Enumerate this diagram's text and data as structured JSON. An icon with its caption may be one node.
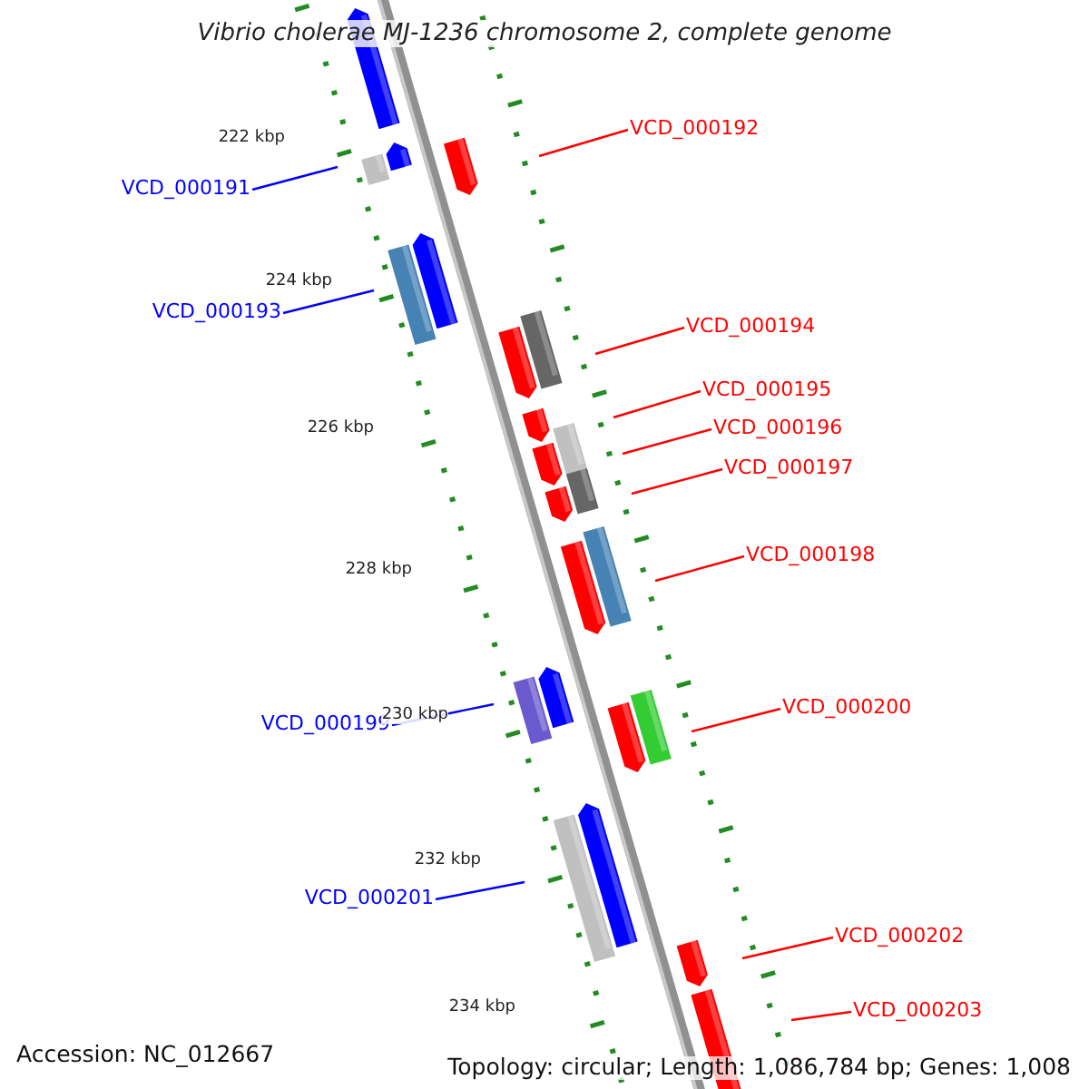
{
  "diagram": {
    "title": "Vibrio cholerae MJ-1236 chromosome 2, complete genome",
    "nodes": [
      {
        "text": [
          "VCD_000192"
        ]
      },
      {
        "text": [
          "VCD_000191"
        ]
      },
      {
        "text": [
          "VCD_000193"
        ]
      },
      {
        "text": [
          "VCD_000194"
        ]
      },
      {
        "text": [
          "VCD_000195"
        ]
      },
      {
        "text": [
          "VCD_000196"
        ]
      },
      {
        "text": [
          "VCD_000197"
        ]
      },
      {
        "text": [
          "VCD_000198"
        ]
      },
      {
        "text": [
          "VCD_000199"
        ]
      },
      {
        "text": [
          "VCD_000200"
        ]
      },
      {
        "text": [
          "VCD_000201"
        ]
      },
      {
        "text": [
          "VCD_000202"
        ]
      },
      {
        "text": [
          "VCD_000203"
        ]
      }
    ],
    "edges": [
      {
        "from": 0,
        "to": null,
        "arrow": "none"
      },
      {
        "from": 1,
        "to": null,
        "arrow": "none",
        "color": "#0000ff"
      },
      {
        "from": 2,
        "to": null,
        "arrow": "none",
        "color": "#0000ff"
      },
      {
        "from": 3,
        "to": null,
        "arrow": "none"
      },
      {
        "from": 4,
        "to": null,
        "arrow": "none"
      },
      {
        "from": 5,
        "to": null,
        "arrow": "none"
      },
      {
        "from": 6,
        "to": null,
        "arrow": "none"
      },
      {
        "from": 7,
        "to": null,
        "arrow": "none"
      },
      {
        "from": 8,
        "to": null,
        "arrow": "none",
        "color": "#0000ff"
      },
      {
        "from": 9,
        "to": null,
        "arrow": "none"
      },
      {
        "from": 10,
        "to": null,
        "arrow": "none",
        "color": "#0000ff"
      },
      {
        "from": 11,
        "to": null,
        "arrow": "none"
      },
      {
        "from": 12,
        "to": null,
        "arrow": "none"
      }
    ],
    "labels": [
      "222 kbp",
      "224 kbp",
      "226 kbp",
      "228 kbp",
      "230 kbp",
      "232 kbp",
      "234 kbp",
      "Accession: NC_012667",
      "Topology: circular; Length: 1,086,784 bp; Genes: 1,008"
    ]
  }
}
